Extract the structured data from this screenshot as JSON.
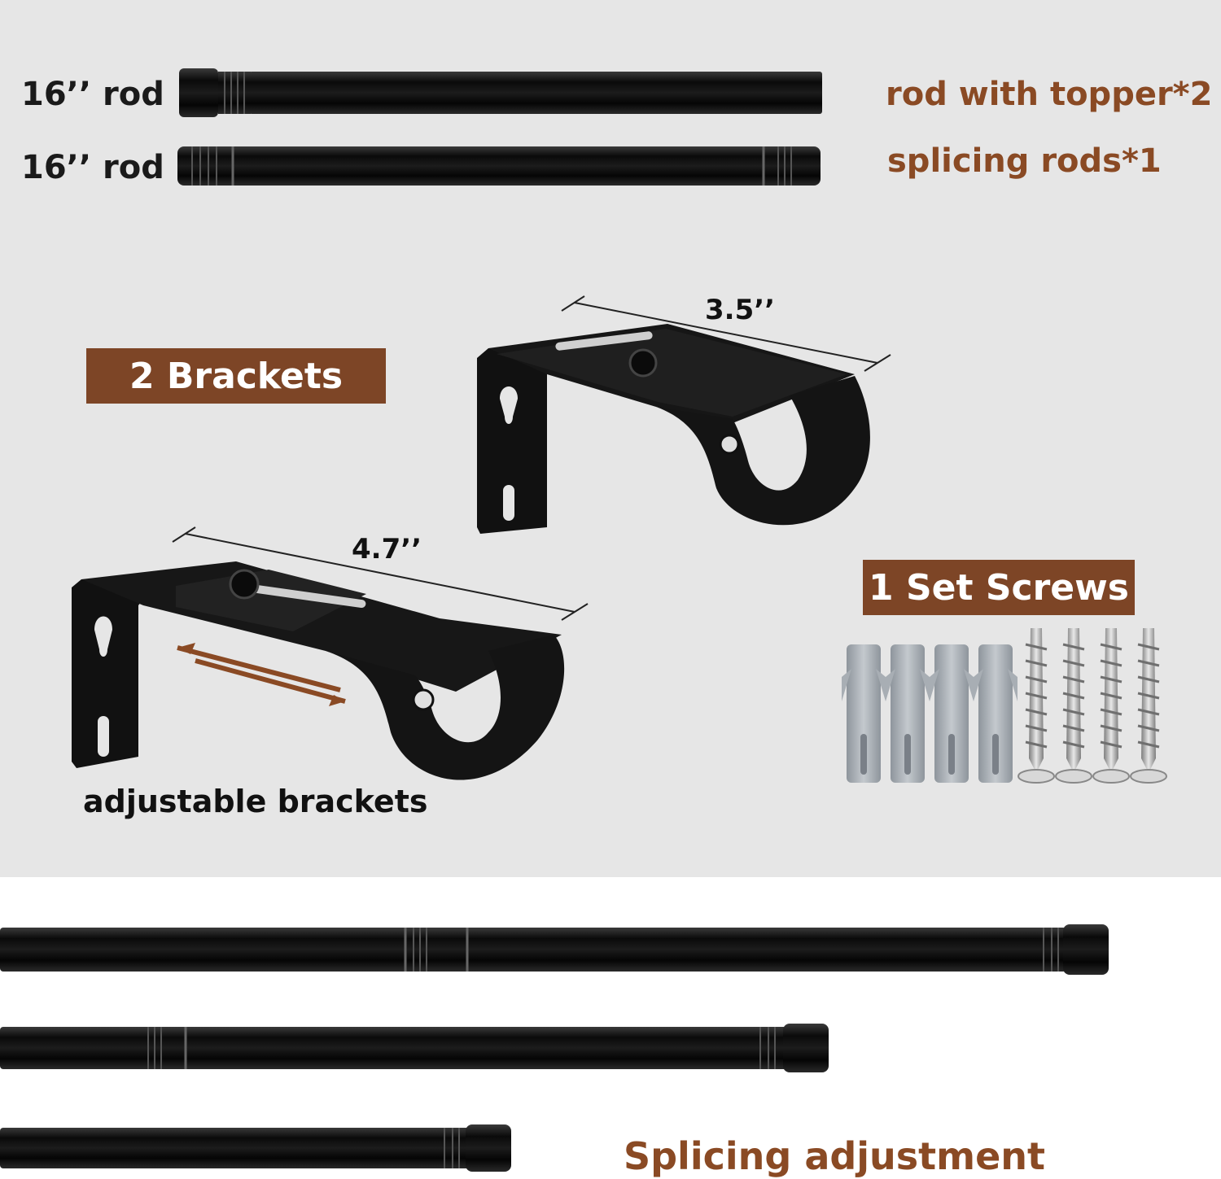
{
  "rods": {
    "rod1_label": "16’’ rod",
    "rod2_label": "16’’ rod",
    "rod_with_topper": "rod with topper*2",
    "splicing_rods": "splicing rods*1"
  },
  "brackets": {
    "title": "2 Brackets",
    "dim_small": "3.5’’",
    "dim_large": "4.7’’",
    "adjustable_label": "adjustable brackets"
  },
  "screws": {
    "title": "1 Set Screws"
  },
  "splicing": {
    "label": "Splicing adjustment"
  },
  "colors": {
    "panel": "#e6e6e6",
    "accent_brown": "#7d4526",
    "text_brown": "#8a4a24",
    "rod_black": "#0d0d0d"
  }
}
